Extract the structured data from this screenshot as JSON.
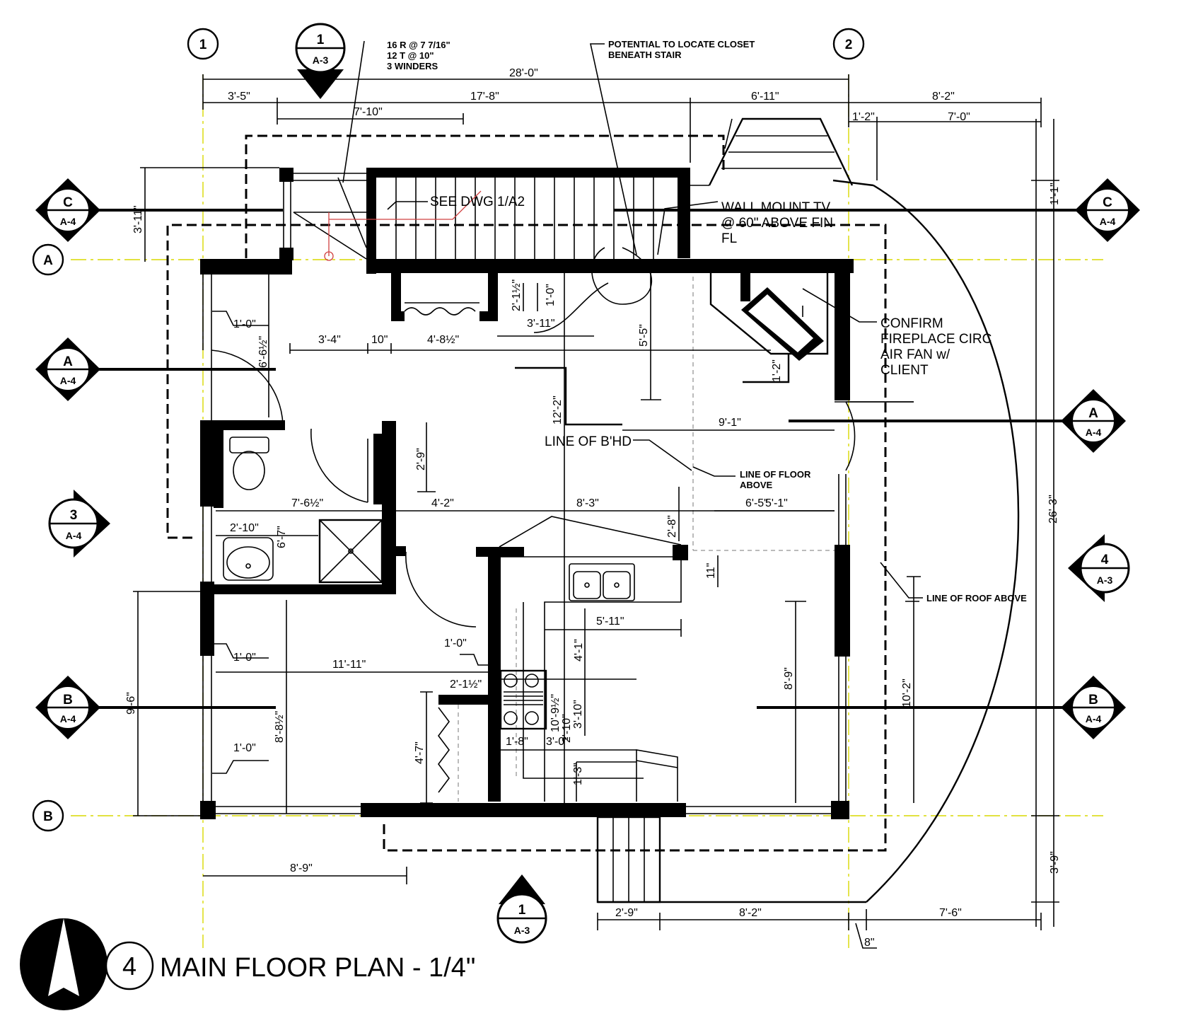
{
  "drawing": {
    "title_number": "4",
    "title": "MAIN FLOOR PLAN - 1/4\""
  },
  "grid": {
    "col_1": "1",
    "col_2": "2",
    "row_a": "A",
    "row_b": "B"
  },
  "section_tags": {
    "c_left": {
      "top": "C",
      "bottom": "A-4"
    },
    "c_right": {
      "top": "C",
      "bottom": "A-4"
    },
    "a_left": {
      "top": "A",
      "bottom": "A-4"
    },
    "a_right": {
      "top": "A",
      "bottom": "A-4"
    },
    "b_left": {
      "top": "B",
      "bottom": "A-4"
    },
    "b_right": {
      "top": "B",
      "bottom": "A-4"
    },
    "three_left": {
      "top": "3",
      "bottom": "A-4"
    },
    "four_right": {
      "top": "4",
      "bottom": "A-3"
    },
    "one_top": {
      "top": "1",
      "bottom": "A-3"
    },
    "one_bottom": {
      "top": "1",
      "bottom": "A-3"
    }
  },
  "notes": {
    "stair_1": "16 R @ 7 7/16\"",
    "stair_2": "12 T @ 10\"",
    "stair_3": "3 WINDERS",
    "closet_1": "POTENTIAL TO LOCATE CLOSET",
    "closet_2": "BENEATH STAIR",
    "see_dwg": "SEE DWG 1/A2",
    "tv_1": "WALL MOUNT TV",
    "tv_2": "@ 60\" ABOVE FIN",
    "tv_3": "FL",
    "fire_1": "CONFIRM",
    "fire_2": "FIREPLACE CIRC",
    "fire_3": "AIR FAN w/",
    "fire_4": "CLIENT",
    "bhd": "LINE OF B'HD",
    "floor_1": "LINE OF FLOOR",
    "floor_2": "ABOVE",
    "roof": "LINE OF ROOF ABOVE"
  },
  "dims": {
    "d_28_0": "28'-0\"",
    "d_3_5": "3'-5\"",
    "d_17_8": "17'-8\"",
    "d_6_11": "6'-11\"",
    "d_8_2_top": "8'-2\"",
    "d_7_10": "7'-10\"",
    "d_1_2": "1'-2\"",
    "d_7_0": "7'-0\"",
    "d_3_11_left": "3'-11\"",
    "d_1_1": "1'-1\"",
    "d_26_3": "26'-3\"",
    "d_3_9": "3'-9\"",
    "d_1_0_a": "1'-0\"",
    "d_6_6": "6'-6½\"",
    "d_3_4": "3'-4\"",
    "d_10": "10\"",
    "d_4_8": "4'-8½\"",
    "d_2_1": "2'-1½\"",
    "d_1_0_b": "1'-0\"",
    "d_3_11_mid": "3'-11\"",
    "d_5_5": "5'-5\"",
    "d_12_2": "12'-2\"",
    "d_1_2_fp": "1'-2\"",
    "d_9_1": "9'-1\"",
    "d_2_9": "2'-9\"",
    "d_7_6": "7'-6½\"",
    "d_4_2": "4'-2\"",
    "d_8_3": "8'-3\"",
    "d_6_5": "6'-5\"",
    "d_5_1": "5'-1\"",
    "d_2_10": "2'-10\"",
    "d_6_7": "6'-7\"",
    "d_2_8": "2'-8\"",
    "d_11": "11\"",
    "d_5_11": "5'-11\"",
    "d_1_0_c": "1'-0\"",
    "d_1_0_d": "1'-0\"",
    "d_11_11": "11'-11\"",
    "d_4_1": "4'-1\"",
    "d_2_1b": "2'-1½\"",
    "d_3_10": "3'-10\"",
    "d_10_9": "10'-9½\"",
    "d_2_10b": "2'-10\"",
    "d_9_6": "9'-6\"",
    "d_8_8": "8'-8½\"",
    "d_4_7": "4'-7\"",
    "d_1_8": "1'-8\"",
    "d_3_0": "3'-0\"",
    "d_1_3": "1'-3\"",
    "d_8_9_right": "8'-9\"",
    "d_10_2": "10'-2\"",
    "d_1_0_e": "1'-0\"",
    "d_8_9_bottom": "8'-9\"",
    "d_2_9b": "2'-9\"",
    "d_8_2_bottom": "8'-2\"",
    "d_7_6b": "7'-6\"",
    "d_8in": "8\""
  }
}
